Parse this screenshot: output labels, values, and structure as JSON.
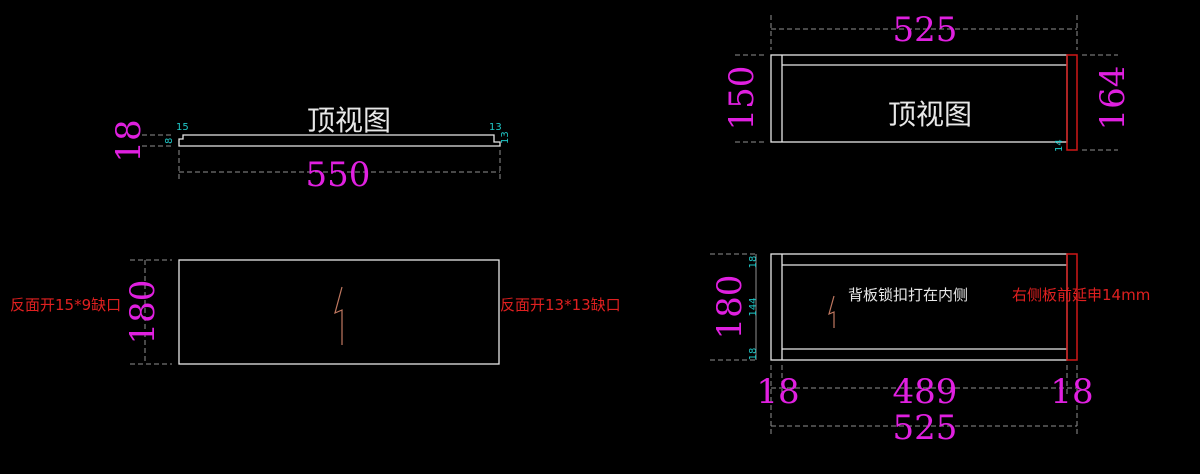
{
  "left_top_view": {
    "title": "顶视图",
    "dim_width": "550",
    "dim_thickness": "18",
    "note_left_notch": "15",
    "note_right_notch": "13",
    "note_left_depth": "8",
    "note_right_depth": "13"
  },
  "left_front_view": {
    "dim_height": "180",
    "note_left": "反面开15*9缺口",
    "note_right": "反面开13*13缺口"
  },
  "right_top_view": {
    "title": "顶视图",
    "dim_width": "525",
    "dim_left": "150",
    "dim_right": "164",
    "note_small": "14"
  },
  "right_front_view": {
    "dim_height": "180",
    "dim_top": "18",
    "dim_mid": "144",
    "dim_bottom": "18",
    "note_inner": "背板锁扣打在内侧",
    "note_red": "右侧板前延申14mm",
    "dim_left_side": "18",
    "dim_inner": "489",
    "dim_right_side": "18",
    "dim_total": "525"
  },
  "colors": {
    "background": "#000000",
    "dimension": "#e020e0",
    "annotation": "#20c8c8",
    "red_note": "#e02020",
    "line": "#e8e8e8"
  }
}
